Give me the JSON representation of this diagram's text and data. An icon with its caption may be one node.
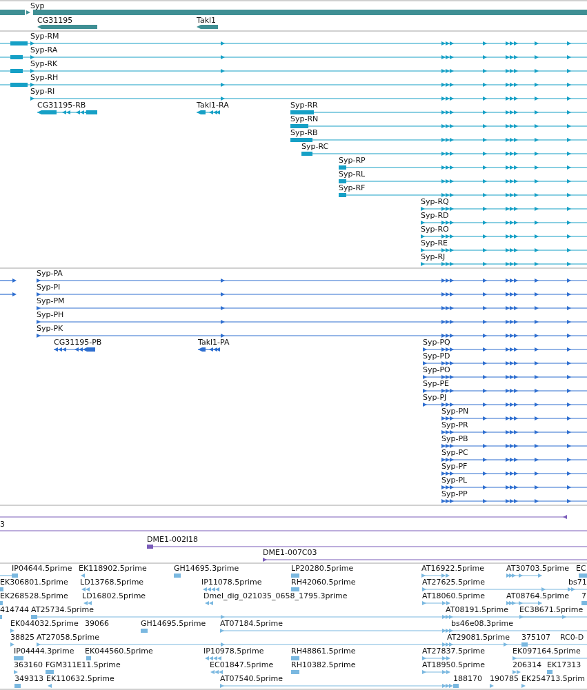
{
  "diagram": {
    "labels": [
      "Syp",
      "CG31195",
      "Takl1",
      "Syp-RM",
      "Syp-RA",
      "Syp-RK",
      "Syp-RH",
      "Syp-RI",
      "CG31195-RB",
      "Takl1-RA",
      "Syp-RR",
      "Syp-RN",
      "Syp-RB",
      "Syp-RC",
      "Syp-RP",
      "Syp-RL",
      "Syp-RF",
      "Syp-RQ",
      "Syp-RD",
      "Syp-RO",
      "Syp-RE",
      "Syp-RJ",
      "Syp-PA",
      "Syp-PI",
      "Syp-PM",
      "Syp-PH",
      "Syp-PK",
      "CG31195-PB",
      "Takl1-PA",
      "Syp-PQ",
      "Syp-PD",
      "Syp-PO",
      "Syp-PE",
      "Syp-PJ",
      "Syp-PN",
      "Syp-PR",
      "Syp-PB",
      "Syp-PC",
      "Syp-PF",
      "Syp-PL",
      "Syp-PP",
      "3",
      "DME1-002I18",
      "DME1-007C03",
      "IP04644.5prime",
      "EK118902.5prime",
      "GH14695.3prime",
      "LP20280.5prime",
      "AT16922.5prime",
      "AT30703.5prime",
      "EC",
      "EK306801.5prime",
      "LD13768.5prime",
      "IP11078.5prime",
      "RH42060.5prime",
      "AT27625.5prime",
      "bs71",
      "EK268528.5prime",
      "LD16802.5prime",
      "Dmel_dig_021035_0658_1795.3prime",
      "AT18060.5prime",
      "AT08764.5prime",
      "7",
      "414744",
      "AT25734.5prime",
      "AT08191.5prime",
      "EC38671.5prime",
      "EK044032.5prime",
      "39066",
      "GH14695.5prime",
      "AT07184.5prime",
      "bs46e08.3prime",
      "38825",
      "AT27058.5prime",
      "AT29081.5prime",
      "375107",
      "RC0-D",
      "IP04444.3prime",
      "EK044560.5prime",
      "IP10978.5prime",
      "RH48861.5prime",
      "AT27837.5prime",
      "EK097164.5prime",
      "363160",
      "FGM311E11.5prime",
      "EC01847.5prime",
      "RH10382.5prime",
      "AT18950.5prime",
      "206314",
      "EK17313",
      "349313",
      "EK110632.5prime",
      "AT07540.5prime",
      "188170",
      "190785",
      "EK254713.5prim"
    ]
  }
}
